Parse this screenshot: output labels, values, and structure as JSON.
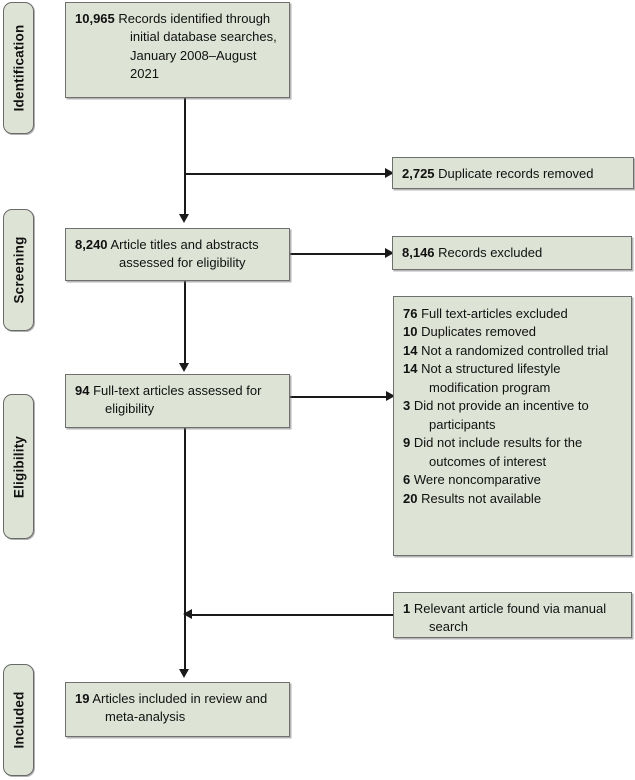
{
  "diagram": {
    "title": "PRISMA study selection flow diagram",
    "colors": {
      "box_fill": "#dde3d5",
      "box_border": "#6f6f6f",
      "connector": "#1a1a1a",
      "text": "#111111",
      "background": "#ffffff"
    }
  },
  "stages": [
    {
      "label": "Identification"
    },
    {
      "label": "Screening"
    },
    {
      "label": "Eligibility"
    },
    {
      "label": "Included"
    }
  ],
  "boxes": {
    "identified": {
      "number": "10,965",
      "text": "Records identified through initial database searches, January 2008–August 2021"
    },
    "duplicates_removed": {
      "number": "2,725",
      "text": "Duplicate records removed"
    },
    "screened": {
      "number": "8,240",
      "text": "Article titles and abstracts assessed for eligibility"
    },
    "records_excluded": {
      "number": "8,146",
      "text": "Records excluded"
    },
    "fulltext_assessed": {
      "number": "94",
      "text": "Full-text articles assessed for eligibility"
    },
    "manual_search": {
      "number": "1",
      "text": "Relevant article found via manual search"
    },
    "included": {
      "number": "19",
      "text": "Articles included in review and meta-analysis"
    }
  },
  "exclusions": {
    "items": [
      {
        "number": "76",
        "text": "Full text-articles excluded"
      },
      {
        "number": "10",
        "text": "Duplicates removed"
      },
      {
        "number": "14",
        "text": "Not a randomized controlled trial"
      },
      {
        "number": "14",
        "text": "Not a structured lifestyle modification program"
      },
      {
        "number": "3",
        "text": "Did not provide an incentive to participants"
      },
      {
        "number": "9",
        "text": "Did not include results for the outcomes of interest"
      },
      {
        "number": "6",
        "text": "Were noncomparative"
      },
      {
        "number": "20",
        "text": "Results not available"
      }
    ]
  },
  "chart_data": {
    "type": "diagram",
    "title": "PRISMA flow diagram of study selection",
    "nodes": [
      {
        "id": "identified",
        "stage": "Identification",
        "count": 10965,
        "label": "Records identified through initial database searches, January 2008–August 2021"
      },
      {
        "id": "duplicates_removed",
        "stage": "Identification",
        "count": 2725,
        "label": "Duplicate records removed"
      },
      {
        "id": "screened",
        "stage": "Screening",
        "count": 8240,
        "label": "Article titles and abstracts assessed for eligibility"
      },
      {
        "id": "records_excluded",
        "stage": "Screening",
        "count": 8146,
        "label": "Records excluded"
      },
      {
        "id": "fulltext_assessed",
        "stage": "Eligibility",
        "count": 94,
        "label": "Full-text articles assessed for eligibility"
      },
      {
        "id": "fulltext_excluded",
        "stage": "Eligibility",
        "count": 76,
        "label": "Full text-articles excluded"
      },
      {
        "id": "manual_search",
        "stage": "Eligibility",
        "count": 1,
        "label": "Relevant article found via manual search"
      },
      {
        "id": "included",
        "stage": "Included",
        "count": 19,
        "label": "Articles included in review and meta-analysis"
      }
    ],
    "edges": [
      {
        "from": "identified",
        "to": "duplicates_removed"
      },
      {
        "from": "identified",
        "to": "screened"
      },
      {
        "from": "screened",
        "to": "records_excluded"
      },
      {
        "from": "screened",
        "to": "fulltext_assessed"
      },
      {
        "from": "fulltext_assessed",
        "to": "fulltext_excluded"
      },
      {
        "from": "manual_search",
        "to": "included"
      },
      {
        "from": "fulltext_assessed",
        "to": "included"
      }
    ],
    "exclusion_breakdown": {
      "Full text-articles excluded": 76,
      "Duplicates removed": 10,
      "Not a randomized controlled trial": 14,
      "Not a structured lifestyle modification program": 14,
      "Did not provide an incentive to participants": 3,
      "Did not include results for the outcomes of interest": 9,
      "Were noncomparative": 6,
      "Results not available": 20
    }
  }
}
